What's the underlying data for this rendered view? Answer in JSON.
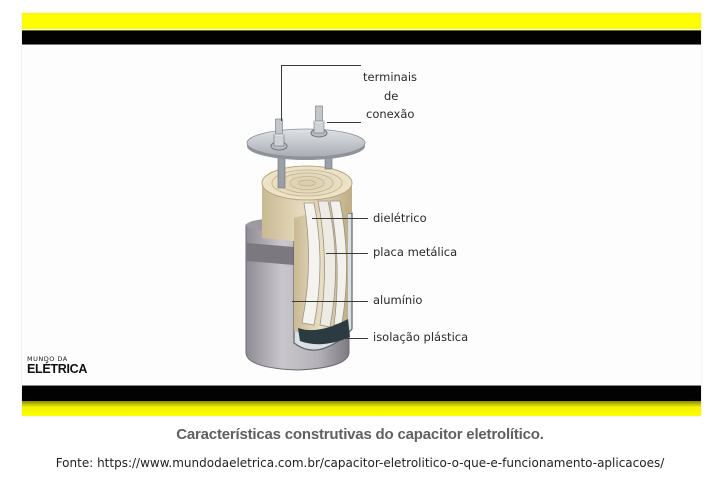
{
  "figure": {
    "labels": {
      "terminals_line1": "terminais",
      "terminals_line2": "de",
      "terminals_line3": "conexão",
      "dielectric": "dielétrico",
      "metal_plate": "placa metálica",
      "aluminum": "alumínio",
      "plastic_insulation": "isolação plástica"
    },
    "logo": {
      "top": "MUNDO DA",
      "main": "ELÉTRICA"
    },
    "colors": {
      "yellow_bar": "#fefe00",
      "black_bar": "#020202"
    }
  },
  "caption": "Características construtivas do capacitor eletrolítico.",
  "source": "Fonte: https://www.mundodaeletrica.com.br/capacitor-eletrolitico-o-que-e-funcionamento-aplicacoes/"
}
